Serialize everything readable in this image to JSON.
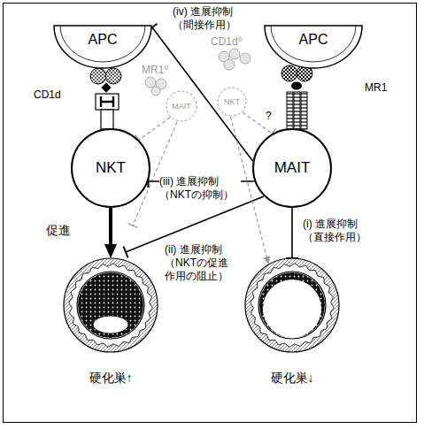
{
  "diagram": {
    "nodes": [
      {
        "text": [
          "APC"
        ]
      },
      {
        "text": [
          "APC"
        ]
      },
      {
        "text": [
          "MAIT"
        ]
      },
      {
        "text": [
          "NKT"
        ]
      },
      {
        "text": [
          "NKT"
        ]
      },
      {
        "text": [
          "MAIT"
        ]
      },
      {
        "text": [
          "硬化巣↑"
        ]
      },
      {
        "text": [
          "硬化巣↓"
        ]
      }
    ],
    "edges": [
      {
        "from": 4,
        "to": 6,
        "arrow": "to",
        "label": "促進"
      },
      {
        "from": 5,
        "to": 0,
        "arrow": "to",
        "label": "(iv) 進展抑制 （間接作用）"
      },
      {
        "from": 5,
        "to": 4,
        "arrow": "to",
        "label": "(iii) 進展抑制 （NKTの抑制）"
      },
      {
        "from": 5,
        "to": 7,
        "arrow": "to",
        "label": "(i) 進展抑制 （直接作用）"
      },
      {
        "from": 3,
        "to": 7,
        "arrow": "to"
      },
      {
        "from": 3,
        "to": 5,
        "arrow": "to",
        "label": "?"
      },
      {
        "from": 2,
        "to": 4,
        "arrow": "to"
      }
    ],
    "labels": [
      "CD1d",
      "MR1⁰",
      "CD1d⁰",
      "MR1",
      "(ii) 進展抑制 （NKTの促進 作用の阻止）"
    ]
  }
}
